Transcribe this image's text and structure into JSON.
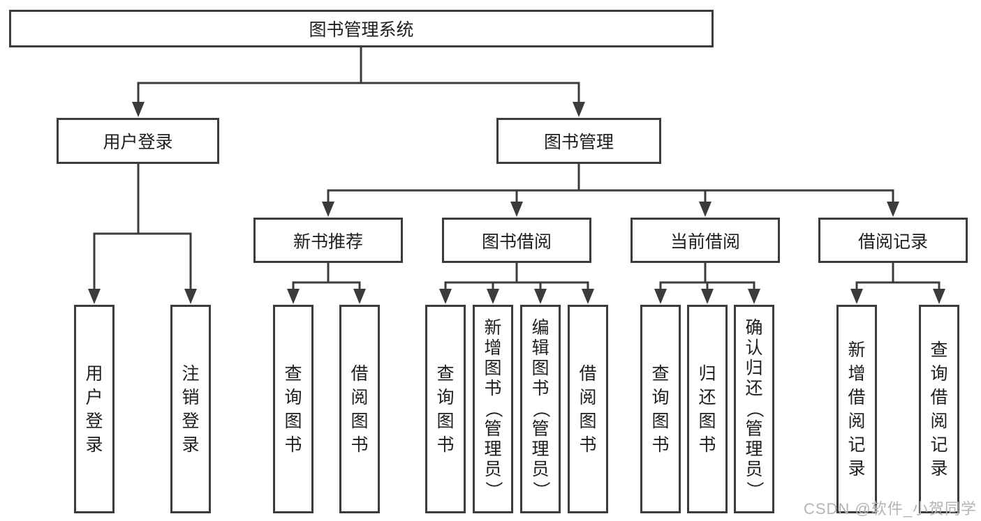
{
  "diagram": {
    "root": "图书管理系统",
    "branches": {
      "user": "用户登录",
      "book": "图书管理"
    },
    "modules": {
      "recommend": "新书推荐",
      "borrow": "图书借阅",
      "current": "当前借阅",
      "record": "借阅记录"
    },
    "leaves": {
      "user_login": "用户登录",
      "logout": "注销登录",
      "rec_query": "查询图书",
      "rec_borrow": "借阅图书",
      "borrow_query": "查询图书",
      "borrow_add": "新增图书（管理员）",
      "borrow_edit": "编辑图书（管理员）",
      "borrow_borrow": "借阅图书",
      "current_query": "查询图书",
      "current_return": "归还图书",
      "current_confirm": "确认归还（管理员）",
      "record_add": "新增借阅记录",
      "record_query": "查询借阅记录"
    }
  },
  "watermark": "CSDN @软件_小贺同学",
  "colors": {
    "line": "#3b3b3b",
    "text": "#1e1e1e",
    "watermark": "#b4b4b4",
    "background": "#ffffff"
  }
}
